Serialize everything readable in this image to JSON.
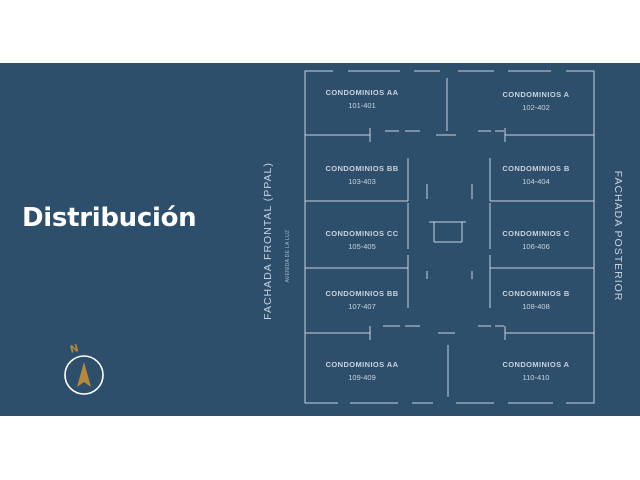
{
  "title": "Distribución",
  "facade_front": "FACHADA FRONTAL (PPAL)",
  "facade_back": "FACHADA POSTERIOR",
  "street": "AVENIDA DE LA LUZ",
  "compass_letter": "N",
  "units": [
    {
      "name": "CONDOMINIOS AA",
      "range": "101-401"
    },
    {
      "name": "CONDOMINIOS A",
      "range": "102-402"
    },
    {
      "name": "CONDOMINIOS BB",
      "range": "103-403"
    },
    {
      "name": "CONDOMINIOS B",
      "range": "104-404"
    },
    {
      "name": "CONDOMINIOS CC",
      "range": "105-405"
    },
    {
      "name": "CONDOMINIOS C",
      "range": "106-406"
    },
    {
      "name": "CONDOMINIOS BB",
      "range": "107-407"
    },
    {
      "name": "CONDOMINIOS B",
      "range": "108-408"
    },
    {
      "name": "CONDOMINIOS AA",
      "range": "109-409"
    },
    {
      "name": "CONDOMINIOS A",
      "range": "110-410"
    }
  ],
  "colors": {
    "background": "#2d4f6c",
    "lines": "#c9d2dc",
    "compass_accent": "#b8893a"
  }
}
